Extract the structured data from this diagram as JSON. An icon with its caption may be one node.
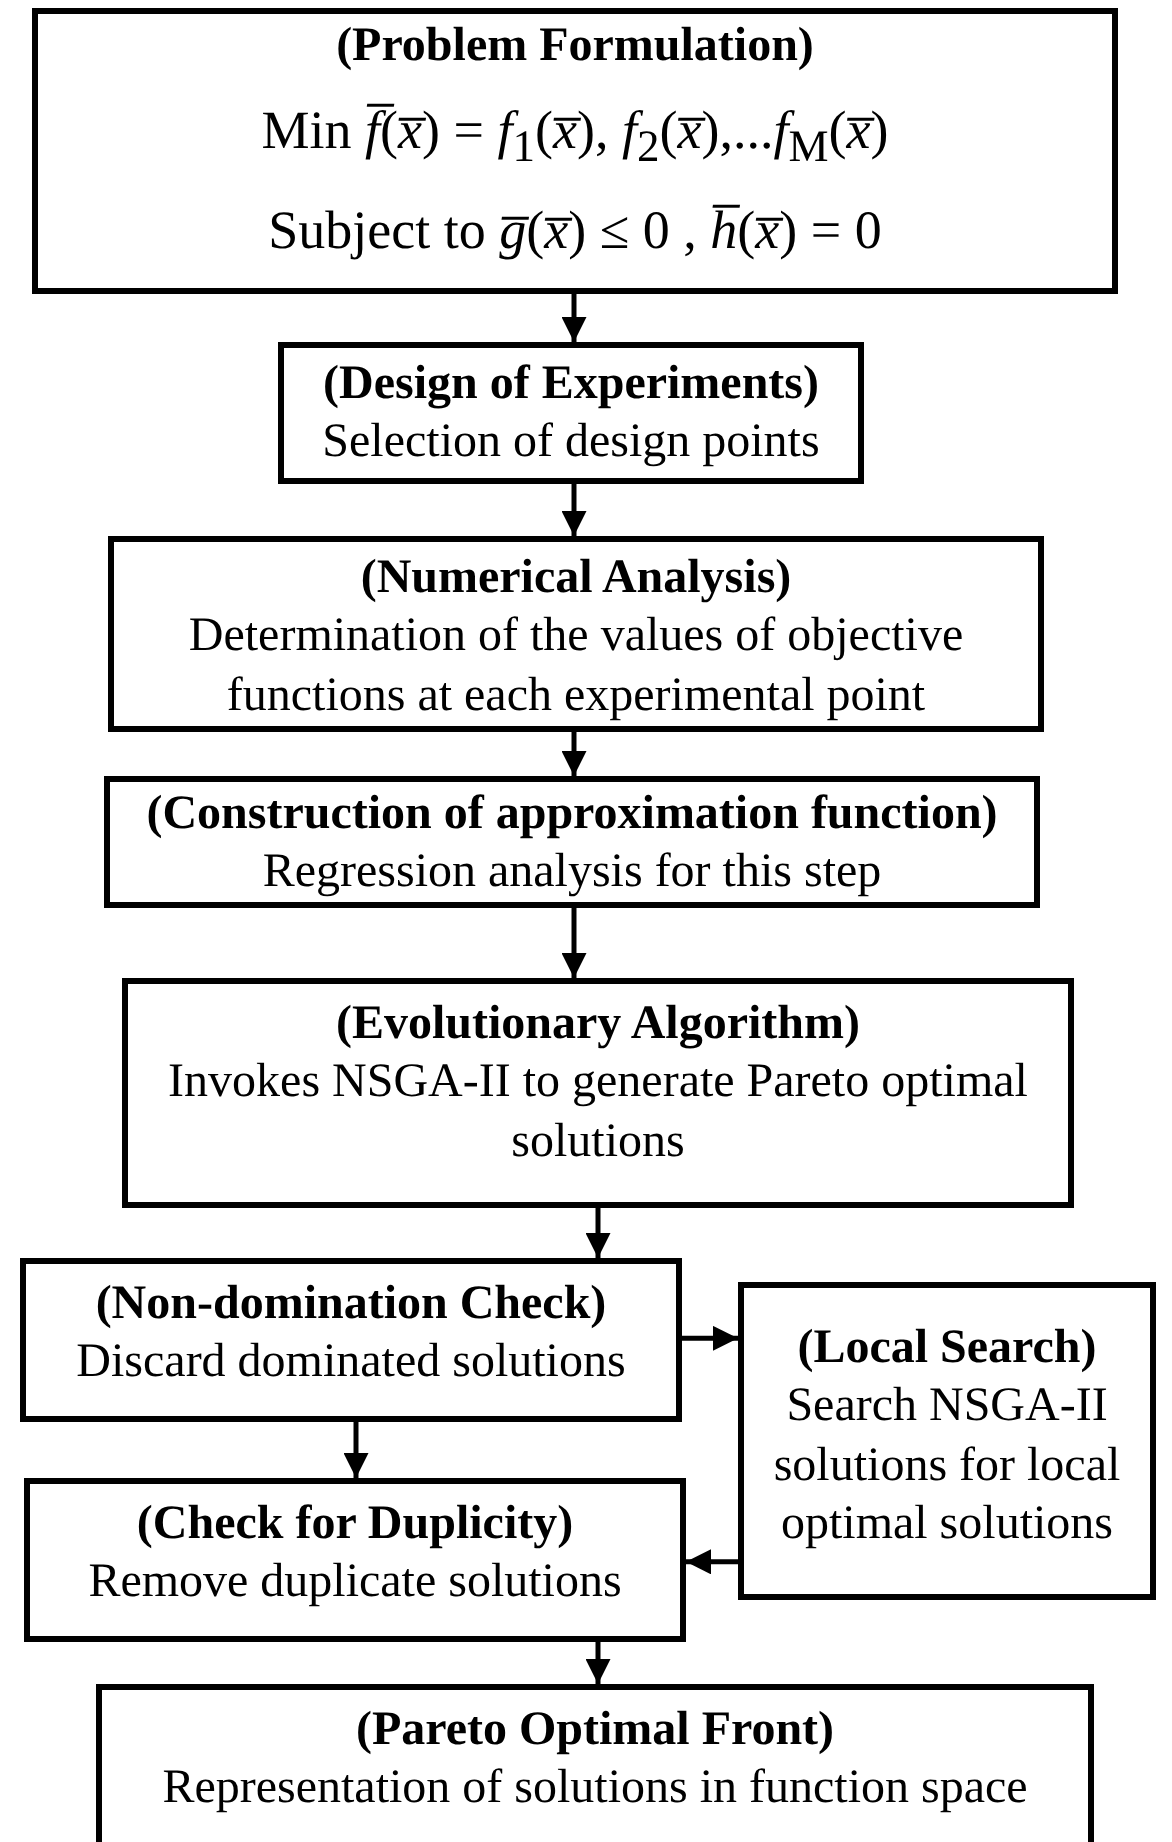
{
  "diagram": {
    "nodes": [
      {
        "text": [
          "(Problem Formulation)",
          "Min *f̅*(*x̅*) = *f*$_{1}$(*x̅*), *f*$_{2}$(*x̅*),...*f*$_{M}$(*x̅*)",
          "Subject to *g̅*(*x̅*) ≤ 0 , *h̅*(*x̅*) = 0"
        ]
      },
      {
        "text": [
          "(Design of Experiments)",
          "Selection of design points"
        ]
      },
      {
        "text": [
          "(Numerical Analysis)",
          "Determination of the values of objective functions at each experimental point"
        ]
      },
      {
        "text": [
          "(Construction of approximation function)",
          "Regression analysis for this step"
        ]
      },
      {
        "text": [
          "(Evolutionary Algorithm)",
          "Invokes NSGA-II to generate Pareto optimal solutions"
        ]
      },
      {
        "text": [
          "(Non-domination Check)",
          "Discard dominated solutions"
        ]
      },
      {
        "text": [
          "(Local Search)",
          "Search NSGA-II solutions for local optimal solutions"
        ]
      },
      {
        "text": [
          "(Check for Duplicity)",
          "Remove duplicate solutions"
        ]
      },
      {
        "text": [
          "(Pareto Optimal Front)",
          "Representation of solutions in function space"
        ]
      }
    ],
    "edges": [
      {
        "from": 0,
        "to": 1,
        "arrow": "to"
      },
      {
        "from": 1,
        "to": 2,
        "arrow": "to"
      },
      {
        "from": 2,
        "to": 3,
        "arrow": "to"
      },
      {
        "from": 3,
        "to": 4,
        "arrow": "to"
      },
      {
        "from": 4,
        "to": 5,
        "arrow": "to"
      },
      {
        "from": 5,
        "to": 6,
        "arrow": "to"
      },
      {
        "from": 6,
        "to": 7,
        "arrow": "to"
      },
      {
        "from": 5,
        "to": 7,
        "arrow": "to"
      },
      {
        "from": 7,
        "to": 8,
        "arrow": "to"
      }
    ]
  }
}
